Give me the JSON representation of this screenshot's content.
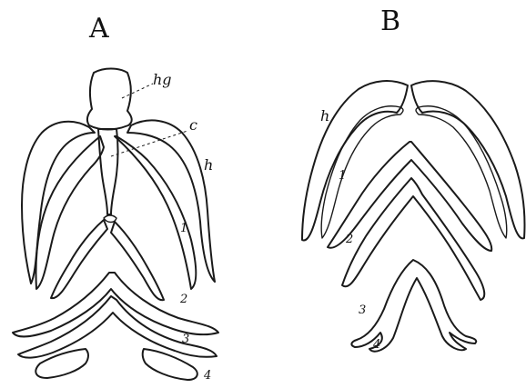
{
  "figure": {
    "panels": [
      {
        "label": "A",
        "callouts": [
          "hg",
          "c",
          "h",
          "1",
          "2",
          "3",
          "4"
        ]
      },
      {
        "label": "B",
        "callouts": [
          "h",
          "1",
          "2",
          "3",
          "4"
        ]
      }
    ],
    "ink_color": "#1a1a1a",
    "background": "#ffffff"
  }
}
